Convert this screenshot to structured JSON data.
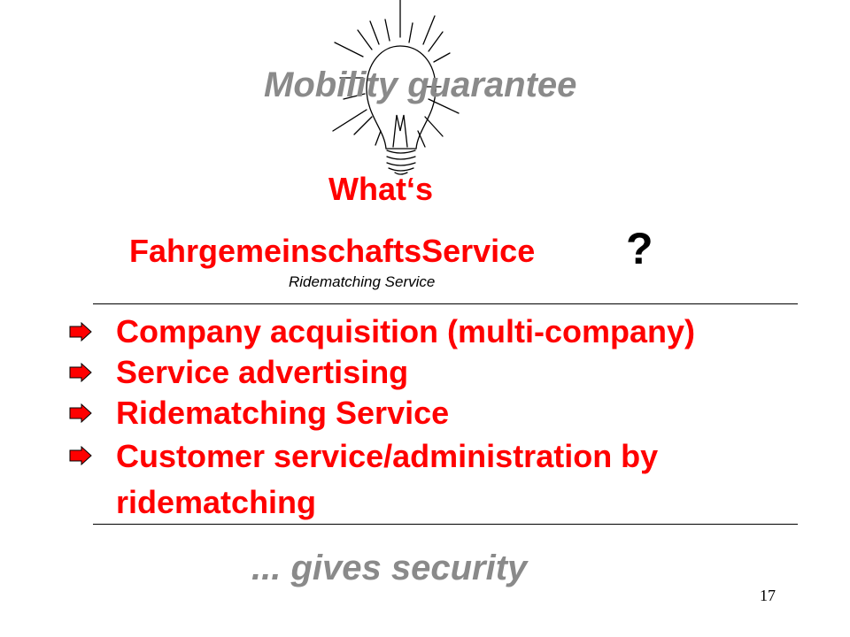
{
  "slide": {
    "title": "Mobility guarantee",
    "whats": "What‘s",
    "service_name": "FahrgemeinschaftsService",
    "question_mark": "?",
    "subtitle": "Ridematching Service",
    "bullets": [
      "Company acquisition (multi-company)",
      "Service advertising",
      "Ridematching Service",
      "Customer service/administration by ridematching"
    ],
    "footer": "... gives security",
    "page_number": "17"
  },
  "colors": {
    "accent_red": "#ff0000",
    "title_gray": "#8a8a8a",
    "text_black": "#000000",
    "background": "#ffffff"
  },
  "icons": {
    "illustration": "light-bulb-icon",
    "bullet": "red-arrow-icon"
  }
}
